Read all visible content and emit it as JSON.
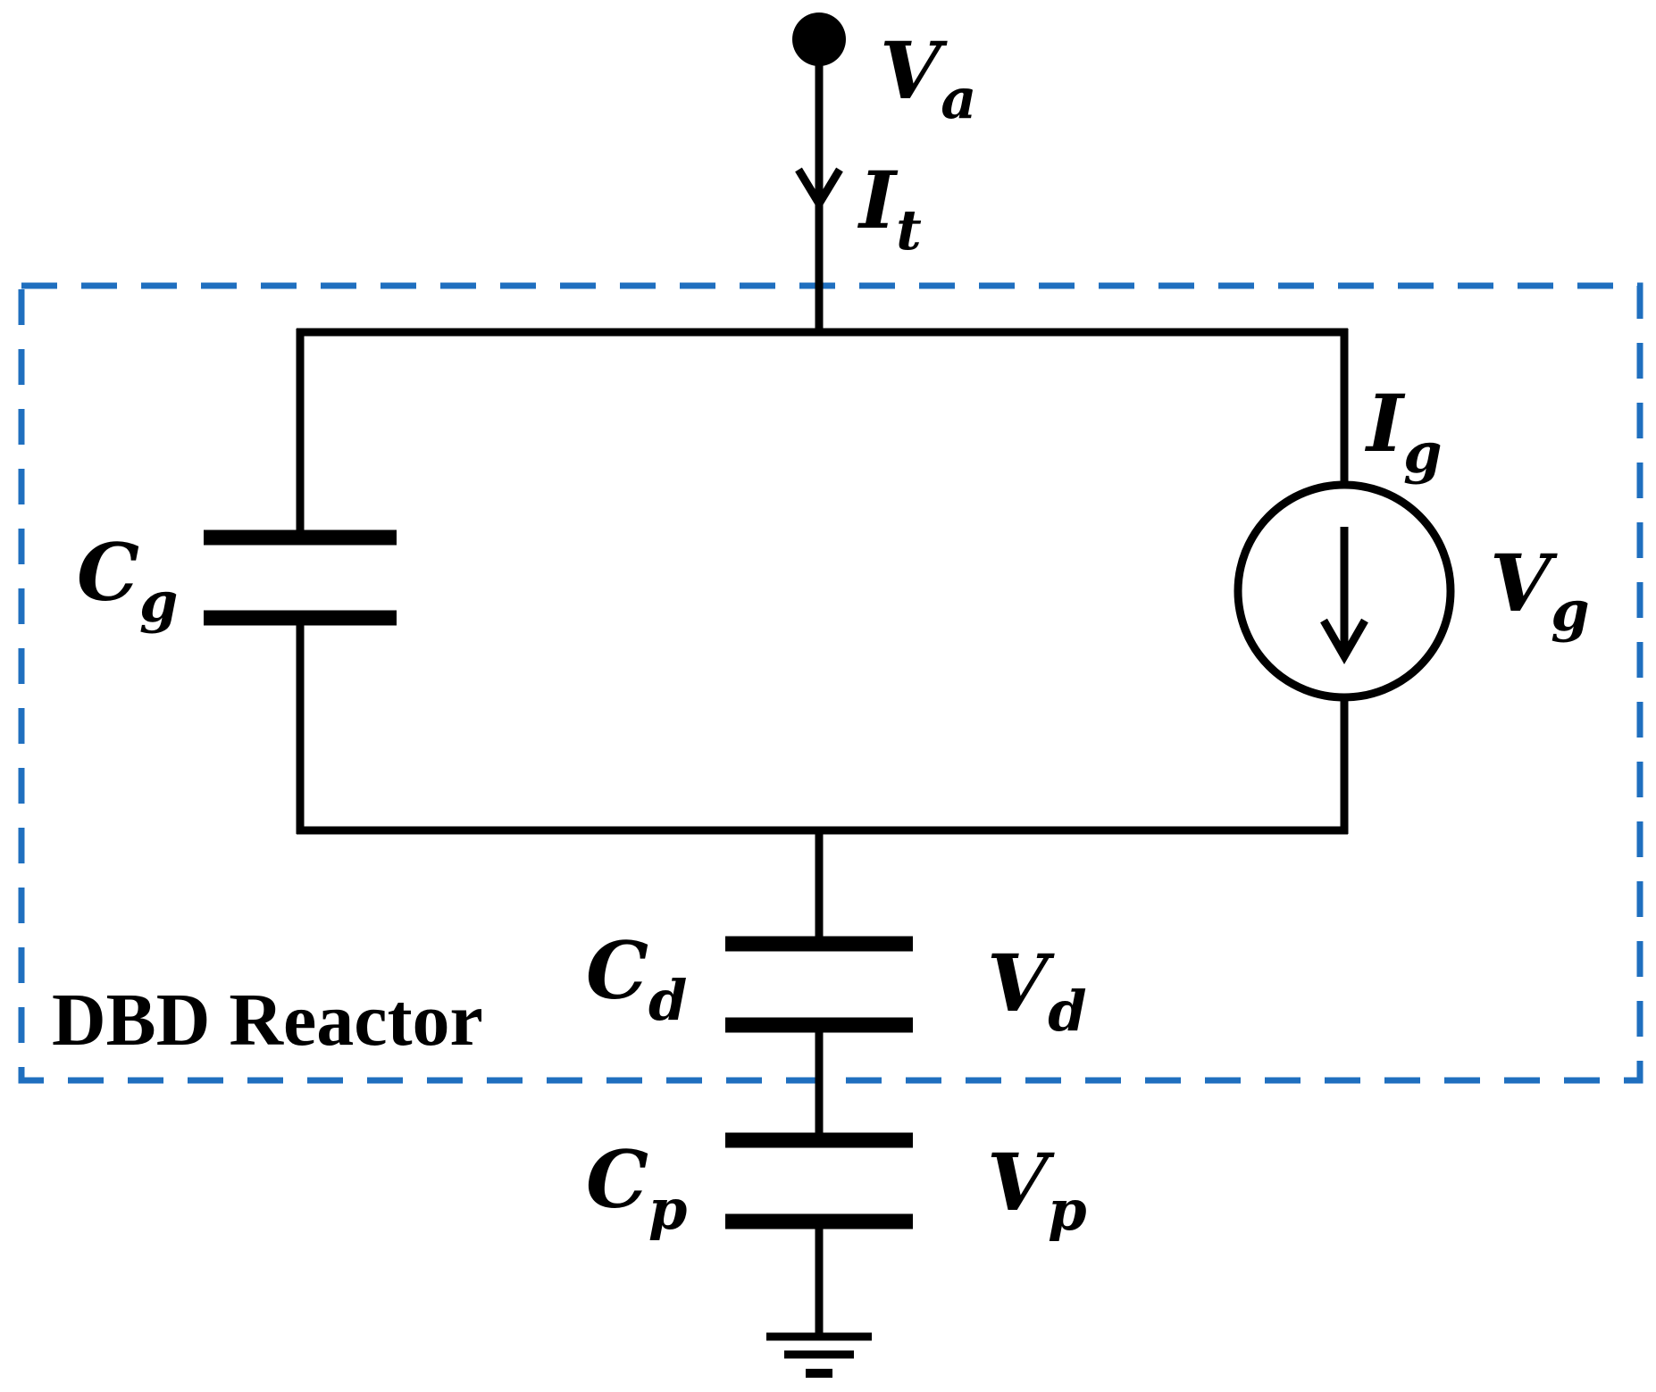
{
  "reactor_label": "DBD Reactor",
  "colors": {
    "enclosure": "#1f6fbf",
    "wires": "#000000"
  },
  "symbols": {
    "va": {
      "main": "V",
      "sub": "a"
    },
    "it": {
      "main": "I",
      "sub": "t"
    },
    "ig": {
      "main": "I",
      "sub": "g"
    },
    "vg": {
      "main": "V",
      "sub": "g"
    },
    "cg": {
      "main": "C",
      "sub": "g"
    },
    "cd": {
      "main": "C",
      "sub": "d"
    },
    "vd": {
      "main": "V",
      "sub": "d"
    },
    "cp": {
      "main": "C",
      "sub": "p"
    },
    "vp": {
      "main": "V",
      "sub": "p"
    }
  }
}
